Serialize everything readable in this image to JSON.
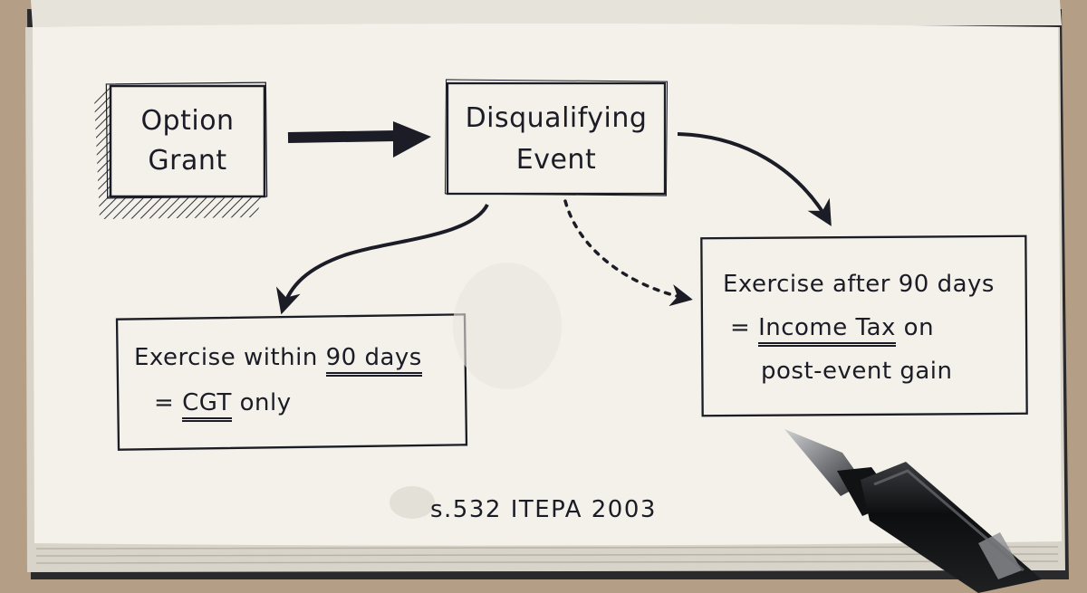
{
  "nodes": {
    "option_grant": {
      "line1": "Option",
      "line2": "Grant"
    },
    "disqualifying_event": {
      "line1": "Disqualifying",
      "line2": "Event"
    },
    "exercise_within": {
      "line1_prefix": "Exercise within ",
      "line1_underlined": "90 days",
      "line2_prefix": "= ",
      "line2_underlined": "CGT",
      "line2_suffix": " only"
    },
    "exercise_after": {
      "line1": "Exercise after 90 days",
      "line2_prefix": "= ",
      "line2_underlined": "Income Tax",
      "line2_suffix": " on",
      "line3": "post-event gain"
    }
  },
  "footnote": "s.532 ITEPA 2003",
  "colors": {
    "ink": "#1b1c26",
    "paper": "#f3f1ea",
    "desk": "#b49f86"
  }
}
